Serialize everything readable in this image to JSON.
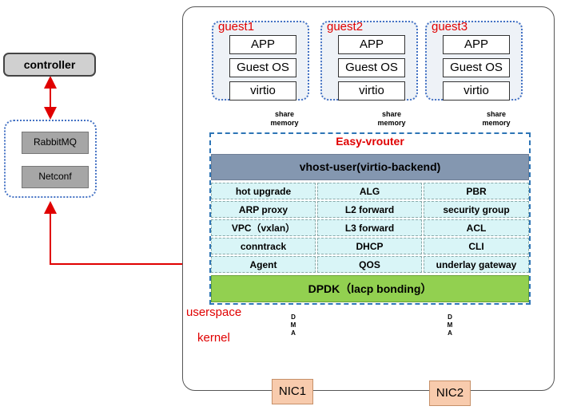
{
  "guests": [
    {
      "name": "guest1",
      "app": "APP",
      "os": "Guest OS",
      "driver": "virtio"
    },
    {
      "name": "guest2",
      "app": "APP",
      "os": "Guest OS",
      "driver": "virtio"
    },
    {
      "name": "guest3",
      "app": "APP",
      "os": "Guest OS",
      "driver": "virtio"
    }
  ],
  "share_memory": {
    "line1": "share",
    "line2": "memory"
  },
  "vrouter": {
    "title": "Easy-vrouter",
    "vhost": "vhost-user(virtio-backend)",
    "modules": [
      [
        "hot upgrade",
        "ALG",
        "PBR"
      ],
      [
        "ARP proxy",
        "L2 forward",
        "security group"
      ],
      [
        "VPC（vxlan）",
        "L3 forward",
        "ACL"
      ],
      [
        "conntrack",
        "DHCP",
        "CLI"
      ],
      [
        "Agent",
        "QOS",
        "underlay gateway"
      ]
    ],
    "dpdk": "DPDK（lacp bonding）"
  },
  "controller": "controller",
  "management": {
    "mq": "RabbitMQ",
    "netconf": "Netconf"
  },
  "zones": {
    "userspace": "userspace",
    "kernel": "kernel"
  },
  "dma": [
    "D",
    "M",
    "A"
  ],
  "nics": [
    "NIC1",
    "NIC2"
  ],
  "colors": {
    "red": "#e00000",
    "blue_arrow": "#5b9bd5",
    "vhost": "#8497b0",
    "dpdk": "#92d050",
    "module_cell": "#d9f5f7",
    "nic": "#f8cbad"
  }
}
